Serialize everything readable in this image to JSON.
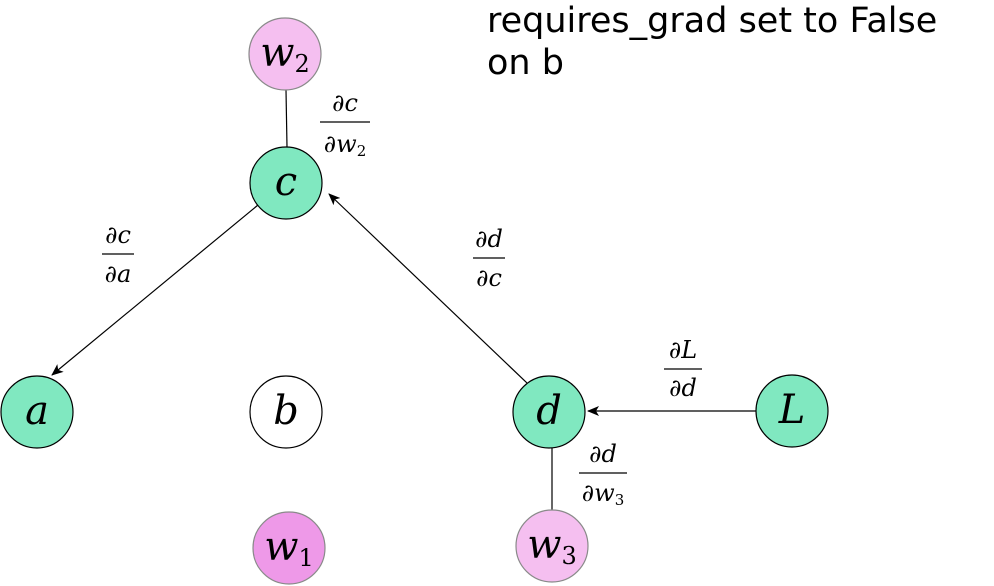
{
  "caption": "requires_grad set to False\non b",
  "colors": {
    "active_node": "#80e8c0",
    "weight_node": "#f5bff0",
    "weight_node_dark": "#ee99e8",
    "inactive_node": "#ffffff",
    "stroke": "#000000"
  },
  "nodes": {
    "w2": {
      "symbol": "w",
      "subscript": "2"
    },
    "c": {
      "symbol": "c"
    },
    "a": {
      "symbol": "a"
    },
    "b": {
      "symbol": "b"
    },
    "d": {
      "symbol": "d"
    },
    "L": {
      "symbol": "L"
    },
    "w1": {
      "symbol": "w",
      "subscript": "1"
    },
    "w3": {
      "symbol": "w",
      "subscript": "3"
    }
  },
  "gradients": {
    "dc_dw2": {
      "num": "c",
      "den": "w",
      "den_sub": "2"
    },
    "dc_da": {
      "num": "c",
      "den": "a"
    },
    "dd_dc": {
      "num": "d",
      "den": "c"
    },
    "dL_dd": {
      "num": "L",
      "den": "d"
    },
    "dd_dw3": {
      "num": "d",
      "den": "w",
      "den_sub": "3"
    }
  },
  "partial_symbol": "∂"
}
